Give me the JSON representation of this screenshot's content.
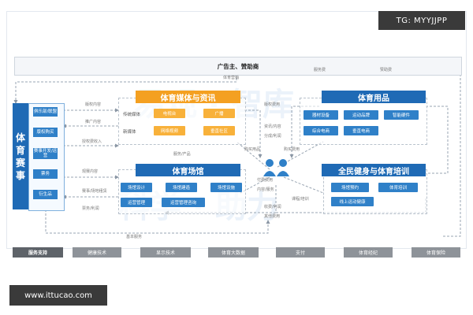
{
  "watermarks": {
    "top_right": "TG: MYYJJPP",
    "bottom_left": "www.ittucao.com"
  },
  "sponsor": {
    "title": "广告主、赞助商",
    "service_label": "服务费",
    "sponsor_fee_label": "赞助费",
    "ad_label": "体育营销"
  },
  "left": {
    "title": "体育赛事",
    "items": [
      "俱乐部/联盟",
      "版权购买",
      "赛事开发/运营",
      "票务",
      "衍生品"
    ]
  },
  "media": {
    "title": "体育媒体与资讯",
    "traditional_label": "传统媒体",
    "new_label": "新媒体",
    "traditional": [
      "电视台",
      "广播"
    ],
    "new": [
      "网络视频",
      "垂直社区"
    ]
  },
  "goods": {
    "title": "体育用品",
    "items": [
      "器材设备",
      "运动品牌",
      "智能硬件",
      "综合电商",
      "垂直电商"
    ]
  },
  "venue": {
    "title": "体育场馆",
    "items": [
      "场馆设计",
      "场馆建造",
      "场馆设施",
      "运营管理",
      "运营管理咨询"
    ]
  },
  "fitness": {
    "title": "全民健身与体育培训",
    "items": [
      "场馆预约",
      "体育培训",
      "线上运动健康"
    ]
  },
  "flows": {
    "copyright_left": "版权内容",
    "promo": "推广内容",
    "license": "授权费收入",
    "watch": "观赛内容",
    "venue_rent": "赛事/场地租赁",
    "ticket": "票务/利润",
    "buy_goods": "购买用品",
    "content": "内容/服务",
    "course": "课程/培训",
    "share": "分成/利润",
    "info": "资讯/内容",
    "fee": "收费/利润",
    "buy_fee": "购买费用",
    "pay_fee": "付费费用",
    "copyright_fee": "版权费用",
    "service": "服务/产品",
    "other": "其他费用",
    "basic": "基本服务"
  },
  "bottom": {
    "title": "服务支持",
    "items": [
      "健康技术",
      "显示技术",
      "体育大数据",
      "支付",
      "体育经纪",
      "体育保险"
    ]
  },
  "colors": {
    "orange": "#f4a021",
    "blue": "#1f6ab5",
    "chip_blue": "#2f80c8",
    "gray_bar": "#8e9399",
    "dark_bar": "#5e6369"
  }
}
